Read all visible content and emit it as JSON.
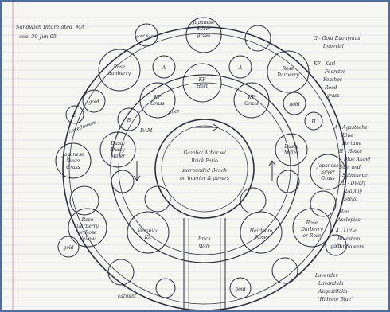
{
  "colors": {
    "paper": "#f6f6f2",
    "rule": "#c9cfe0",
    "ink": "#2e2e3e",
    "border": "#4a6f9a",
    "margin": "#d9a0a0"
  },
  "header": {
    "garden": "Sandwich Intarelated, MA",
    "date": "cca. 30 Jun 05"
  },
  "center": {
    "line1": "Gazebo/ Arbor w/",
    "line2": "Brick Patio",
    "line3": "surrounded Bench",
    "line4": "on interior & pavers"
  },
  "labels": {
    "top_grass1": "Japanese",
    "top_grass2": "Silver",
    "top_grass3": "grass",
    "rose_nw1": "Rose",
    "rose_nw2": "Sunberry",
    "rose_ne1": "Rose",
    "rose_ne2": "Darberry",
    "kf_n1": "KF",
    "kf_n2": "Hort",
    "kf_nw1": "KF",
    "kf_nw2": "Grass",
    "kf_ne1": "KF",
    "kf_ne2": "Grass",
    "a_nw": "A",
    "a_ne": "A",
    "b_n": "B",
    "b_w": "B",
    "h_ne": "H",
    "coneflowers": "coneflowers",
    "lanes": "Lanes",
    "dam": "DAM",
    "w_grass1": "Japanese",
    "w_grass2": "Silver",
    "w_grass3": "Grass",
    "w_dahl1": "Dusty",
    "w_dahl2": "Dusty",
    "w_dahl3": "Miller",
    "e_grass1": "Japanese",
    "e_grass2": "Silver",
    "e_grass3": "Grass",
    "e_dusty1": "Dusty",
    "e_dusty2": "Miller",
    "sw_rose1": "Rose",
    "sw_rose2": "Darberry",
    "sw_rose3": "or Rose",
    "sw_rose4": "Yellow",
    "se_rose1": "Rose",
    "se_rose2": "Darberry",
    "se_rose3": "or Rose",
    "s_bush1": "Veronica",
    "s_bush2": "Kit",
    "s_bush3": "Heirloom",
    "s_bush4": "Rose",
    "walk1": "Brick",
    "walk2": "Walk",
    "gold": "gold",
    "goldfn": "gold flame",
    "left_bottom": "Lavender",
    "cat": "catmint"
  },
  "legend": [
    "G - Gold Euonymus",
    "Imperial",
    "KF - Karl",
    "Foerster",
    "Feather",
    "Reed",
    "grass",
    "A - Agastache",
    "Blue",
    "Fortune",
    "H - Hosta",
    "Blue Angel",
    "Sum and",
    "Substance",
    "D - Dwarf",
    "Daylily",
    "Stella",
    "Hav",
    "Asclepias",
    "4 - Little",
    "Bluestem",
    "Cut flowers",
    "Lavender",
    "Lavandula",
    "Angustifolia",
    "'Hidcote Blue'"
  ]
}
